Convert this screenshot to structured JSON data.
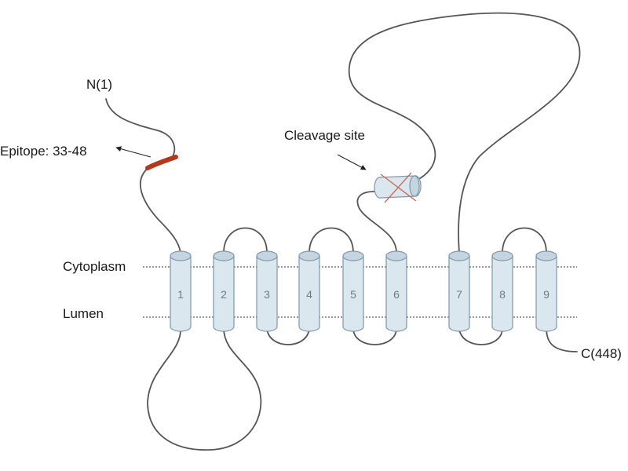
{
  "labels": {
    "n_terminus": "N(1)",
    "c_terminus": "C(448)",
    "epitope": "Epitope: 33-48",
    "cleavage": "Cleavage site",
    "cytoplasm": "Cytoplasm",
    "lumen": "Lumen"
  },
  "helices": [
    "1",
    "2",
    "3",
    "4",
    "5",
    "6",
    "7",
    "8",
    "9"
  ],
  "colors": {
    "epitope": "#b5381a",
    "helix_fill": "#dbe7ef",
    "helix_stroke": "#7f97a8",
    "cleavage_cross": "#d06a5a"
  }
}
